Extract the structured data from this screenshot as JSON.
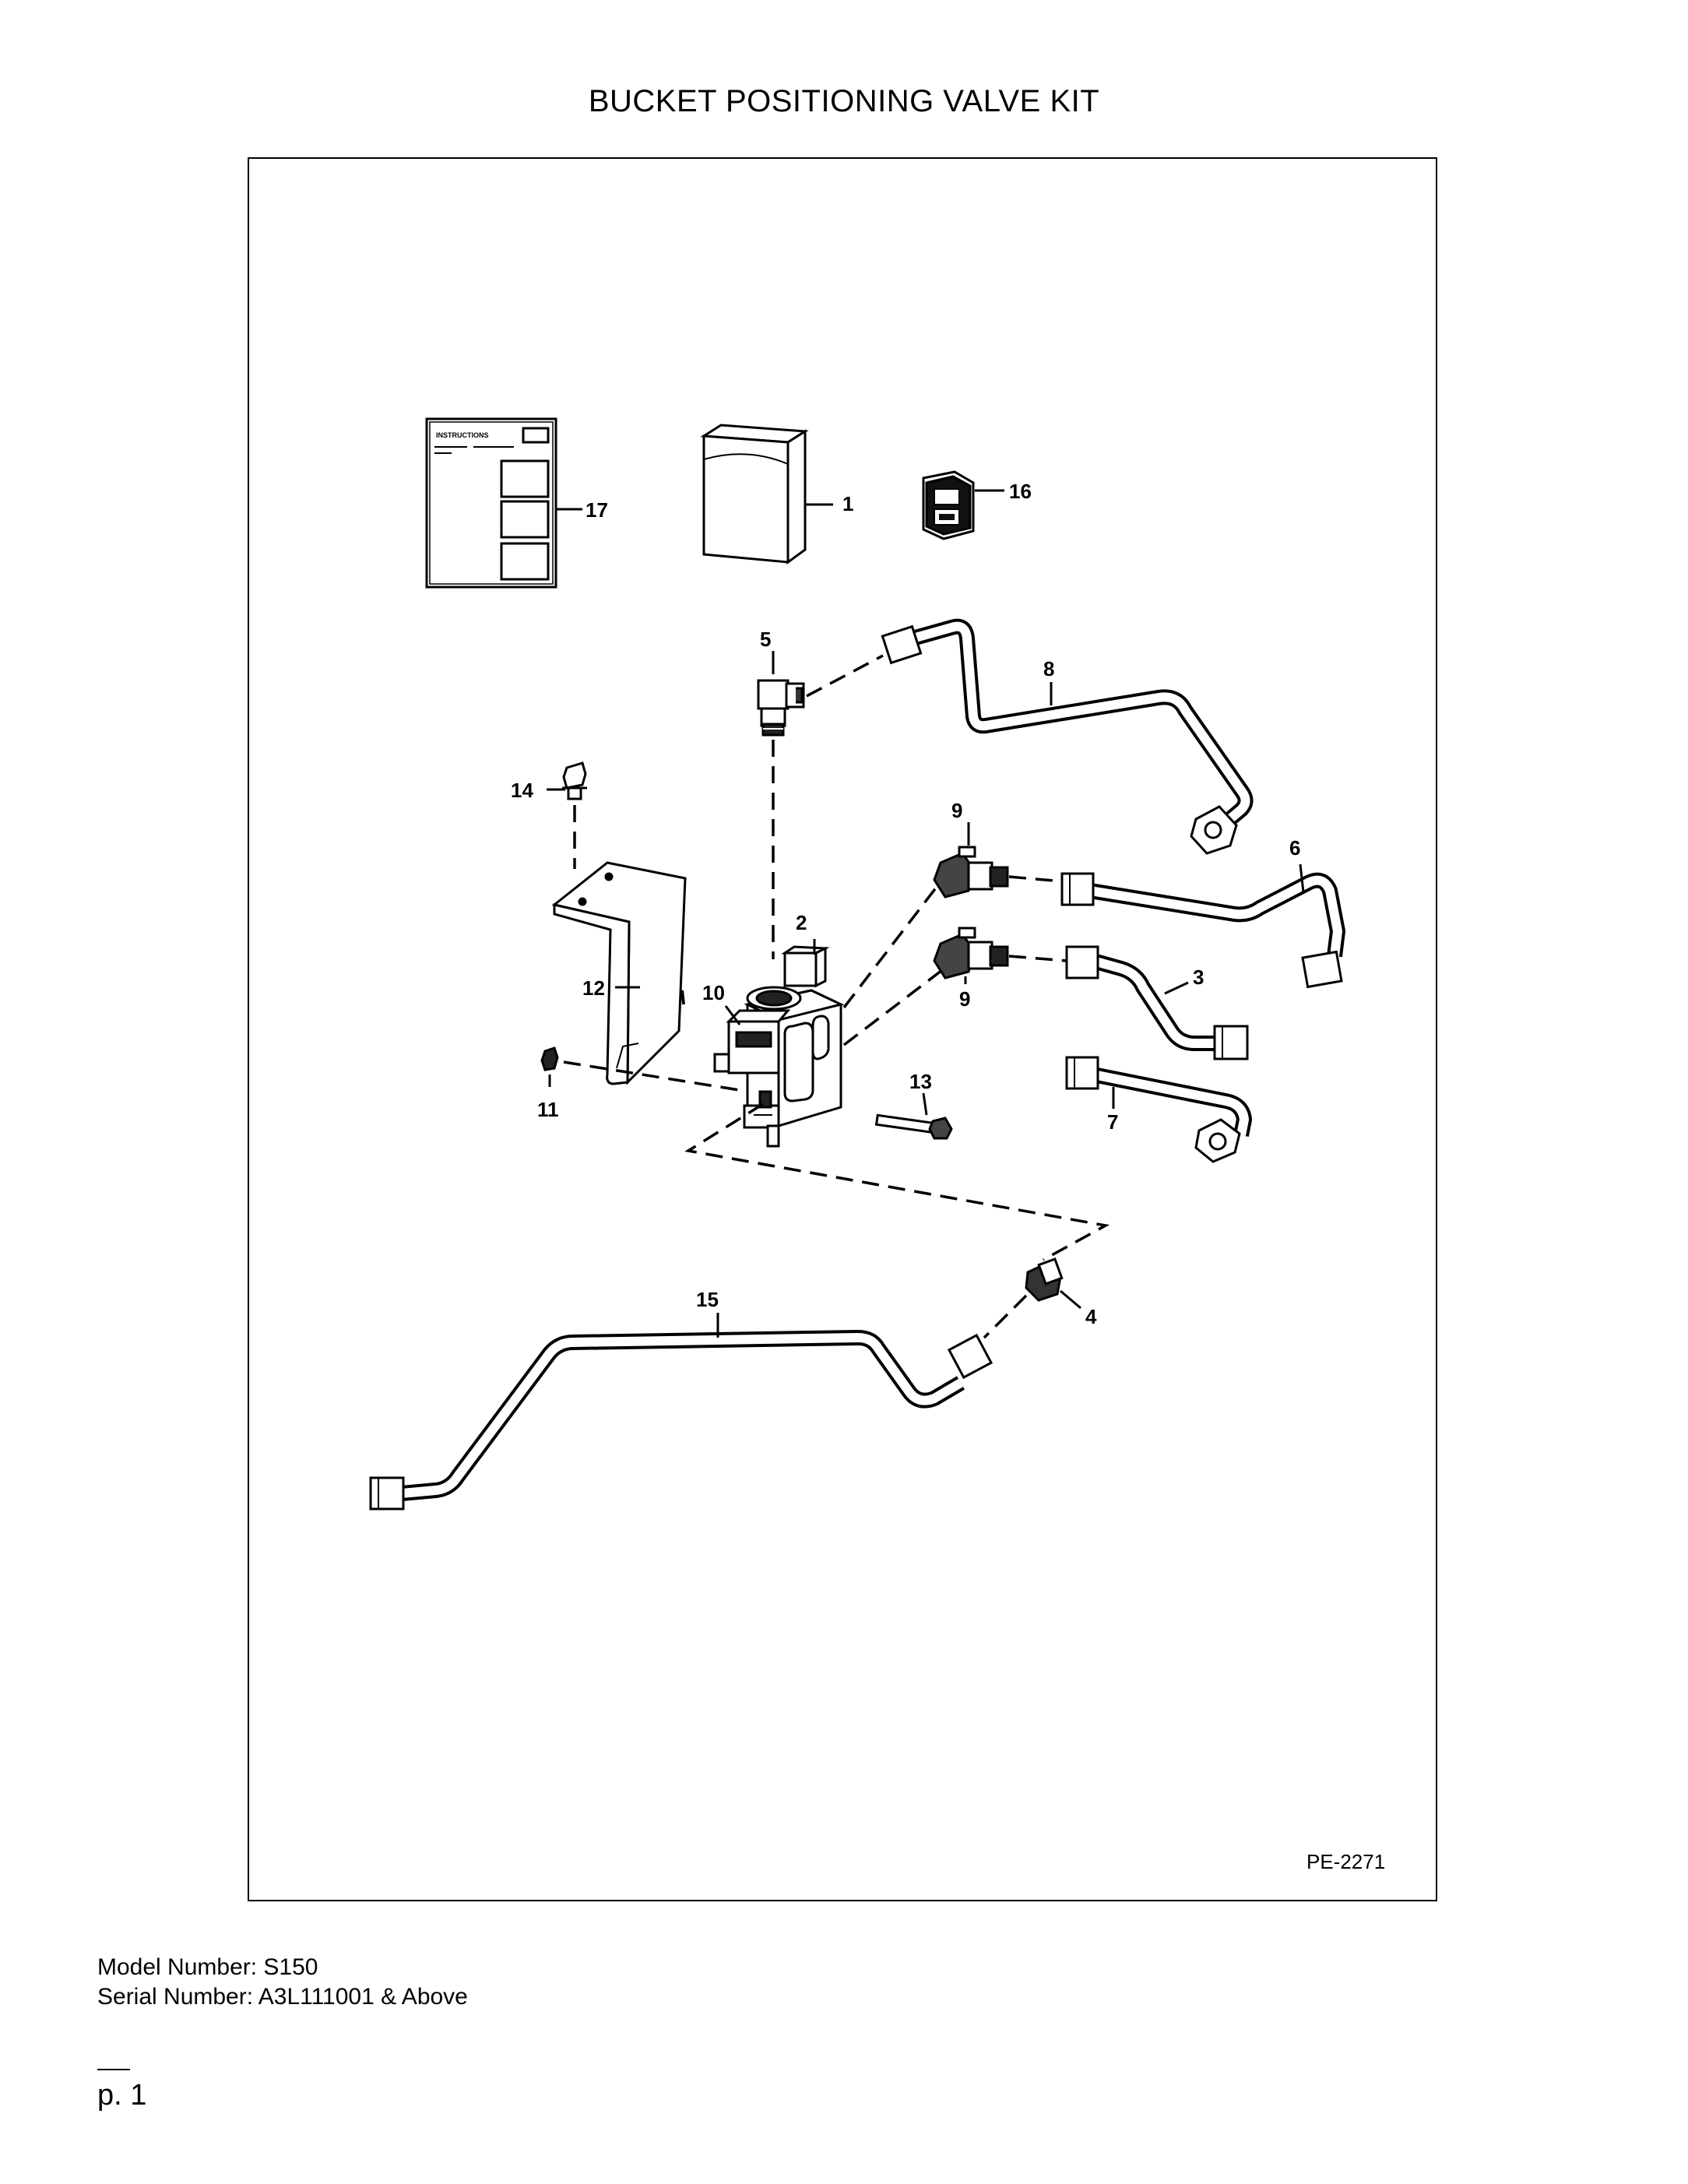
{
  "title": "BUCKET POSITIONING VALVE KIT",
  "diagram": {
    "drawing_code": "PE-2271",
    "instruction_sheet_heading": "INSTRUCTIONS",
    "callouts": {
      "c1": "1",
      "c2": "2",
      "c3": "3",
      "c4": "4",
      "c5": "5",
      "c6": "6",
      "c7": "7",
      "c8": "8",
      "c9a": "9",
      "c9b": "9",
      "c10": "10",
      "c11": "11",
      "c12": "12",
      "c13": "13",
      "c14": "14",
      "c15": "15",
      "c16": "16",
      "c17": "17"
    }
  },
  "footer": {
    "model_number": "Model Number: S150",
    "serial_number": "Serial Number: A3L111001 & Above",
    "page": "p. 1"
  }
}
